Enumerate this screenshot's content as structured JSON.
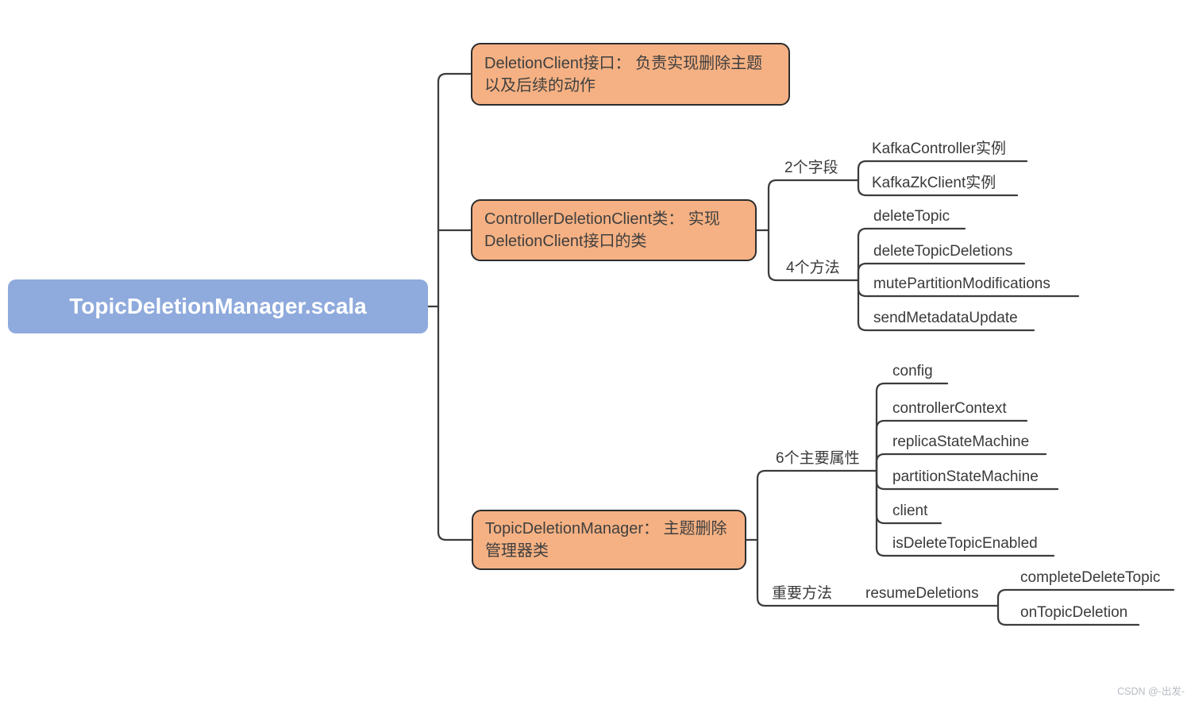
{
  "root": {
    "label": "TopicDeletionManager.scala"
  },
  "topics": {
    "deletion_client": {
      "label": "DeletionClient接口： 负责实现删除主题以及后续的动作"
    },
    "controller_deletion_client": {
      "label": "ControllerDeletionClient类： 实现DeletionClient接口的类"
    },
    "topic_deletion_manager": {
      "label": "TopicDeletionManager： 主题删除管理器类"
    }
  },
  "branches": {
    "fields": {
      "label": "2个字段",
      "children": [
        "KafkaController实例",
        "KafkaZkClient实例"
      ]
    },
    "methods": {
      "label": "4个方法",
      "children": [
        "deleteTopic",
        "deleteTopicDeletions",
        "mutePartitionModifications",
        "sendMetadataUpdate"
      ]
    },
    "attributes": {
      "label": "6个主要属性",
      "children": [
        "config",
        "controllerContext",
        "replicaStateMachine",
        "partitionStateMachine",
        "client",
        "isDeleteTopicEnabled"
      ]
    },
    "important_methods": {
      "label": "重要方法",
      "child": "resumeDeletions",
      "grandchildren": [
        "completeDeleteTopic",
        "onTopicDeletion"
      ]
    }
  },
  "watermark": "CSDN @-出发-",
  "colors": {
    "root_fill": "#8faadc",
    "root_text": "#ffffff",
    "topic_fill": "#f5b183",
    "topic_border": "#2d2d2d",
    "line": "#3c3c3c",
    "text": "#3a3a3a",
    "watermark": "#b7bbc3"
  }
}
